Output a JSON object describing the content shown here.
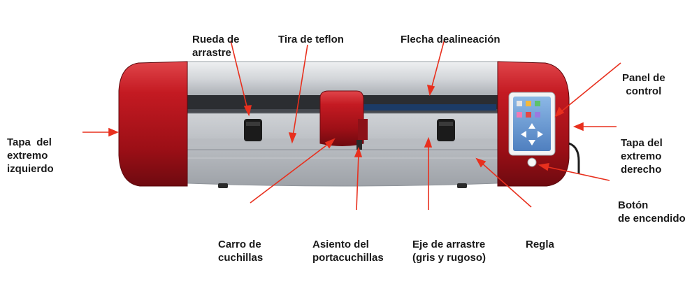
{
  "labels": {
    "rueda": [
      "Rueda de",
      "arrastre"
    ],
    "tira": [
      "Tira de teflon"
    ],
    "flecha": [
      "Flecha dealineación"
    ],
    "panel": [
      "Panel de",
      "control"
    ],
    "tapa_izq": [
      "Tapa  del",
      "extremo",
      "izquierdo"
    ],
    "tapa_der": [
      "Tapa del",
      "extremo",
      "derecho"
    ],
    "boton": [
      "Botón",
      "de encendido"
    ],
    "carro": [
      "Carro de",
      "cuchillas"
    ],
    "asiento": [
      "Asiento del",
      "portacuchillas"
    ],
    "eje": [
      "Eje de arrastre",
      "(gris y rugoso)"
    ],
    "regla": [
      "Regla"
    ]
  },
  "colors": {
    "arrow": "#e8301e",
    "body_red": "#b8151d",
    "body_silver": "#d8dade",
    "screen": "#6fa0d6"
  }
}
